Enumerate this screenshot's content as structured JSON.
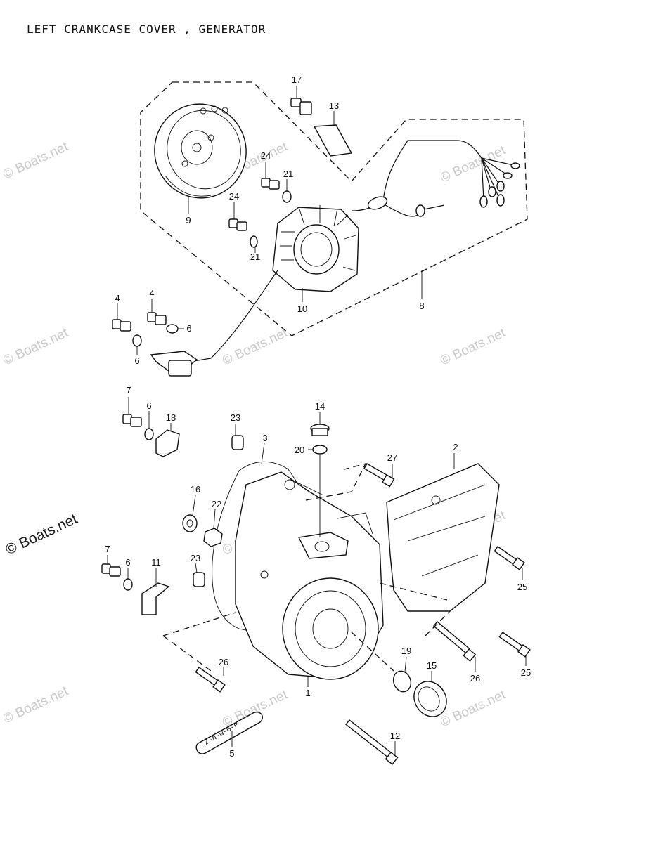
{
  "title": "LEFT CRANKCASE COVER , GENERATOR",
  "watermark": "© Boats.net",
  "callouts": {
    "c1": "1",
    "c2": "2",
    "c3": "3",
    "c4a": "4",
    "c4b": "4",
    "c5": "5",
    "c6a": "6",
    "c6b": "6",
    "c6c": "6",
    "c6d": "6",
    "c7a": "7",
    "c7b": "7",
    "c8": "8",
    "c9": "9",
    "c10": "10",
    "c11": "11",
    "c12": "12",
    "c13": "13",
    "c14": "14",
    "c15": "15",
    "c16": "16",
    "c17": "17",
    "c18": "18",
    "c19": "19",
    "c20": "20",
    "c21a": "21",
    "c21b": "21",
    "c22": "22",
    "c23a": "23",
    "c23b": "23",
    "c24a": "24",
    "c24b": "24",
    "c25a": "25",
    "c25b": "25",
    "c26a": "26",
    "c26b": "26",
    "c27": "27"
  },
  "label_plate_text": "Z-N-W-G-P"
}
